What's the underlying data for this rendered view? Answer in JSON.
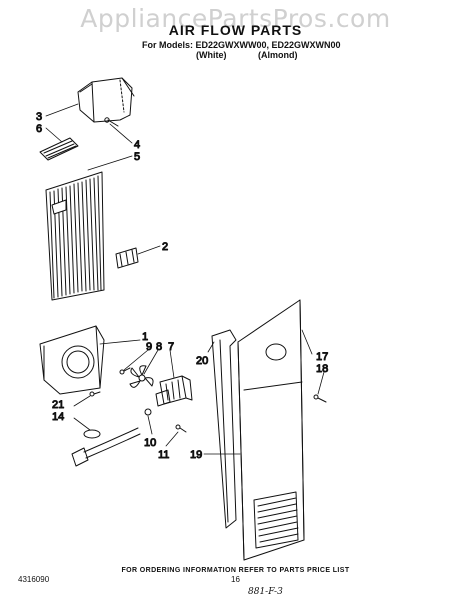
{
  "watermark": "AppliancePartsPros.com",
  "header": {
    "title": "AIR FLOW PARTS",
    "models_line": "For Models: ED22GWXWW00, ED22GWXWN00",
    "variant_white": "(White)",
    "variant_almond": "(Almond)"
  },
  "callouts": {
    "c1": "1",
    "c2": "2",
    "c3": "3",
    "c4": "4",
    "c5": "5",
    "c6": "6",
    "c7": "7",
    "c8": "8",
    "c9": "9",
    "c10": "10",
    "c11": "11",
    "c14": "14",
    "c17": "17",
    "c18": "18",
    "c19": "19",
    "c20": "20",
    "c21": "21"
  },
  "footer": {
    "ordering_note": "FOR ORDERING INFORMATION REFER TO PARTS PRICE LIST",
    "doc_number": "4316090",
    "page_number": "16",
    "handwritten": "881-F-3"
  }
}
